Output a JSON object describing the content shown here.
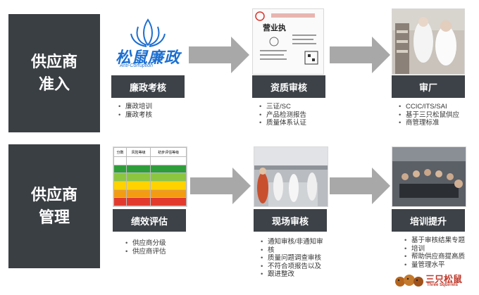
{
  "rows": [
    {
      "label_line1": "供应商",
      "label_line2": "准入"
    },
    {
      "label_line1": "供应商",
      "label_line2": "管理"
    }
  ],
  "steps": {
    "integrity": {
      "title": "廉政考核",
      "logo_text": "松鼠廉政",
      "logo_sub": "Anti-Corruption",
      "bullets": [
        "廉政培训",
        "廉政考核"
      ]
    },
    "qualification": {
      "title": "资质审核",
      "license_title": "营业执",
      "bullets": [
        "三证/SC",
        "产品检测报告",
        "质量体系认证"
      ]
    },
    "factory": {
      "title": "审厂",
      "bullets": [
        "CCIC/ITS/SAI",
        "基于三只松鼠供应",
        "商管理标准"
      ]
    },
    "performance": {
      "title": "绩效评估",
      "bullets": [
        "供应商分级",
        "供应商评估"
      ],
      "table_header": [
        "分数",
        "风险等级",
        "初步评估等级"
      ]
    },
    "onsite": {
      "title": "现场审核",
      "bullets": [
        "通知审核/非通知审",
        "核",
        "质量问题调查审核",
        "不符合项报告以及",
        "跟进整改"
      ]
    },
    "training": {
      "title": "培训提升",
      "bullets": [
        "基于审核结果专题",
        "培训",
        "帮助供应商提高质",
        "量管理水平"
      ]
    }
  },
  "brand": {
    "name": "三只松鼠",
    "sub": "Three Squirrels"
  },
  "colors": {
    "dark": "#3d4248",
    "arrow": "#a8a8a8",
    "accent_blue": "#1c6fd1",
    "red": "#d9342b"
  }
}
